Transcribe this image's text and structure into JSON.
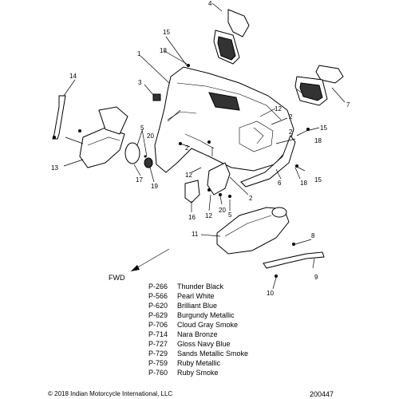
{
  "callouts": {
    "c1": "1",
    "c2a": "2",
    "c2b": "2",
    "c2c": "2",
    "c2d": "2",
    "c3": "3",
    "c4": "4",
    "c5a": "5",
    "c5b": "5",
    "c6": "6",
    "c7": "7",
    "c8": "8",
    "c9": "9",
    "c10": "10",
    "c11": "11",
    "c12a": "12",
    "c12b": "12",
    "c12c": "12",
    "c13": "13",
    "c14": "14",
    "c15a": "15",
    "c15b": "15",
    "c15c": "15",
    "c16": "16",
    "c17": "17",
    "c18a": "18",
    "c18b": "18",
    "c18c": "18",
    "c19": "19",
    "c20a": "20",
    "c20b": "20"
  },
  "fwd_label": "FWD",
  "color_legend": [
    {
      "code": "P-266",
      "name": "Thunder Black"
    },
    {
      "code": "P-566",
      "name": "Pearl White"
    },
    {
      "code": "P-620",
      "name": "Brilliant Blue"
    },
    {
      "code": "P-629",
      "name": "Burgundy Metallic"
    },
    {
      "code": "P-706",
      "name": "Cloud Gray Smoke"
    },
    {
      "code": "P-714",
      "name": "Nara Bronze"
    },
    {
      "code": "P-727",
      "name": "Gloss Navy Blue"
    },
    {
      "code": "P-729",
      "name": "Sands Metallic Smoke"
    },
    {
      "code": "P-759",
      "name": "Ruby Metallic"
    },
    {
      "code": "P-760",
      "name": "Ruby Smoke"
    }
  ],
  "copyright": "© 2018 Indian Motorcycle International, LLC",
  "diagram_number": "200447"
}
